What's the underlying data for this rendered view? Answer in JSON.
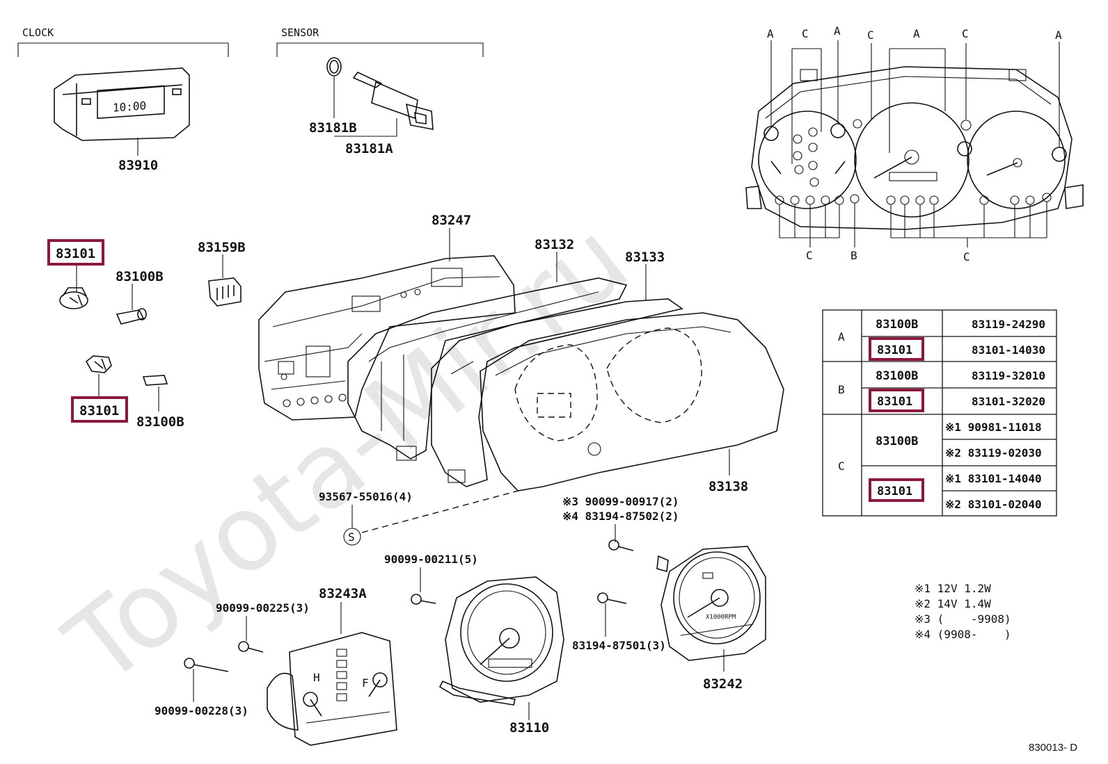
{
  "watermark": "Toyota-Mir.ru",
  "diagram_code": "830013- D",
  "groups": {
    "clock": "CLOCK",
    "sensor": "SENSOR"
  },
  "parts": {
    "p83910": "83910",
    "p83181B": "83181B",
    "p83181A": "83181A",
    "p83101_top": "83101",
    "p83101_bottom": "83101",
    "p83100B_top": "83100B",
    "p83100B_bottom": "83100B",
    "p83159B": "83159B",
    "p83247": "83247",
    "p83132": "83132",
    "p83133": "83133",
    "p83138": "83138",
    "p93567": "93567-55016(4)",
    "s_marker": "S",
    "p90099_00917": "※3 90099-00917(2)",
    "p83194_87502": "※4 83194-87502(2)",
    "p90099_00211": "90099-00211(5)",
    "p83243A": "83243A",
    "p90099_00225": "90099-00225(3)",
    "p90099_00228": "90099-00228(3)",
    "p83110": "83110",
    "p83194_87501": "83194-87501(3)",
    "p83242": "83242"
  },
  "gauge_text": {
    "clock_display": "10:00",
    "tach_unit": "X1000RPM",
    "temp_h": "H",
    "fuel_f": "F"
  },
  "legend_letters": {
    "top": [
      "A",
      "C",
      "A",
      "C",
      "A",
      "C",
      "A"
    ],
    "bottom_c1": "C",
    "bottom_b": "B",
    "bottom_c2": "C"
  },
  "table": {
    "rows": [
      {
        "group": "A",
        "part": "83100B",
        "code": "83119-24290"
      },
      {
        "group": "",
        "part": "83101",
        "code": "83101-14030"
      },
      {
        "group": "B",
        "part": "83100B",
        "code": "83119-32010"
      },
      {
        "group": "",
        "part": "83101",
        "code": "83101-32020"
      },
      {
        "group": "C",
        "part": "83100B",
        "code": "※1 90981-11018"
      },
      {
        "group": "",
        "part": "",
        "code": "※2 83119-02030"
      },
      {
        "group": "",
        "part": "83101",
        "code": "※1 83101-14040"
      },
      {
        "group": "",
        "part": "",
        "code": "※2 83101-02040"
      }
    ]
  },
  "notes": [
    "※1 12V 1.2W",
    "※2 14V 1.4W",
    "※3 (    -9908)",
    "※4 (9908-    )"
  ],
  "colors": {
    "highlight": "#8b1a3a",
    "ink": "#111111",
    "watermark": "#e6e6e6"
  }
}
